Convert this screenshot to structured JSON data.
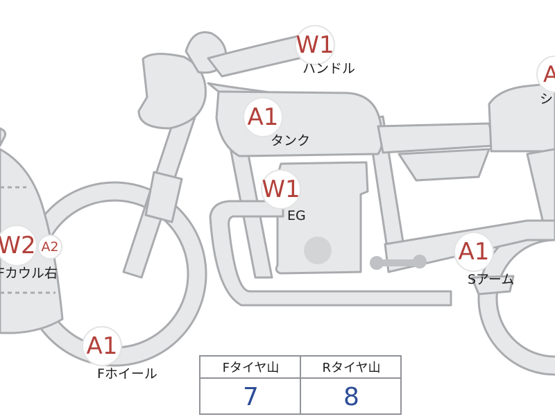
{
  "parts": [
    {
      "id": "handle",
      "code": "W1",
      "label": "ハンドル"
    },
    {
      "id": "tank",
      "code": "A1",
      "label": "タンク"
    },
    {
      "id": "engine",
      "code": "W1",
      "label": "EG"
    },
    {
      "id": "front-cowl",
      "code": "W2",
      "code2": "A2",
      "label": "Fカウル右"
    },
    {
      "id": "front-wheel",
      "code": "A1",
      "label": "Fホイール"
    },
    {
      "id": "swing-arm",
      "code": "A1",
      "label": "Sアーム"
    },
    {
      "id": "seat",
      "code": "A",
      "label": "シ"
    }
  ],
  "tread_table": {
    "front": {
      "header": "Fタイヤ山",
      "value": "7"
    },
    "rear": {
      "header": "Rタイヤ山",
      "value": "8"
    }
  },
  "colors": {
    "badge_text": "#b2403a",
    "table_value": "#2c4d97",
    "body_fill": "#e7e8e9",
    "outline": "#a9abae"
  }
}
